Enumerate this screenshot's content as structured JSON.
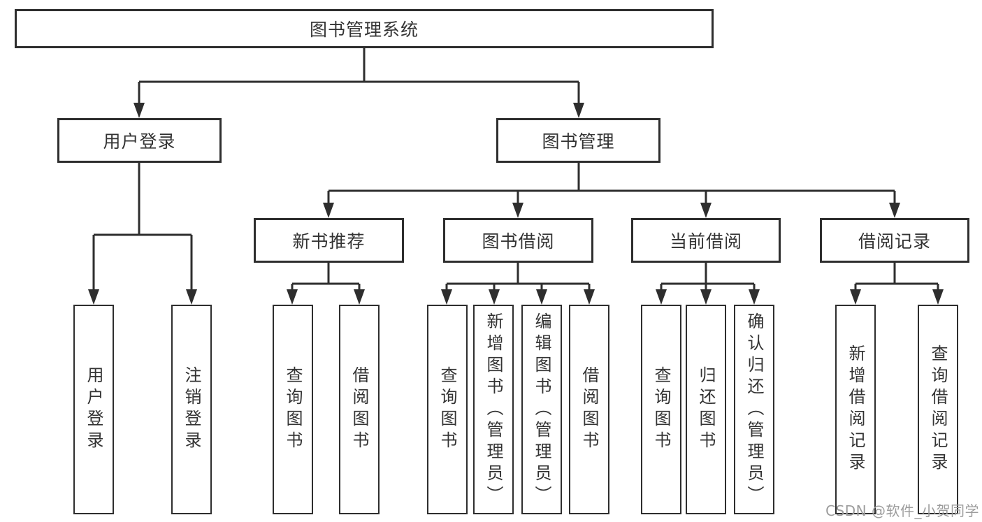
{
  "diagram": {
    "root": {
      "label": "图书管理系统"
    },
    "level2": [
      {
        "label": "用户登录"
      },
      {
        "label": "图书管理"
      }
    ],
    "level3": [
      {
        "label": "新书推荐"
      },
      {
        "label": "图书借阅"
      },
      {
        "label": "当前借阅"
      },
      {
        "label": "借阅记录"
      }
    ],
    "leaves": {
      "user_login": [
        {
          "label": "用户登录"
        },
        {
          "label": "注销登录"
        }
      ],
      "new_book_recommend": [
        {
          "label": "查询图书"
        },
        {
          "label": "借阅图书"
        }
      ],
      "book_borrow": [
        {
          "label": "查询图书"
        },
        {
          "label": "新增图书（管理员）"
        },
        {
          "label": "编辑图书（管理员）"
        },
        {
          "label": "借阅图书"
        }
      ],
      "current_borrow": [
        {
          "label": "查询图书"
        },
        {
          "label": "归还图书"
        },
        {
          "label": "确认归还（管理员）"
        }
      ],
      "borrow_records": [
        {
          "label": "新增借阅记录"
        },
        {
          "label": "查询借阅记录"
        }
      ]
    }
  },
  "watermark": {
    "text": "CSDN @软件_小贺同学"
  },
  "colors": {
    "line": "#2e2e2e",
    "text": "#333333",
    "watermark": "#9c9c9c",
    "background": "#ffffff"
  }
}
